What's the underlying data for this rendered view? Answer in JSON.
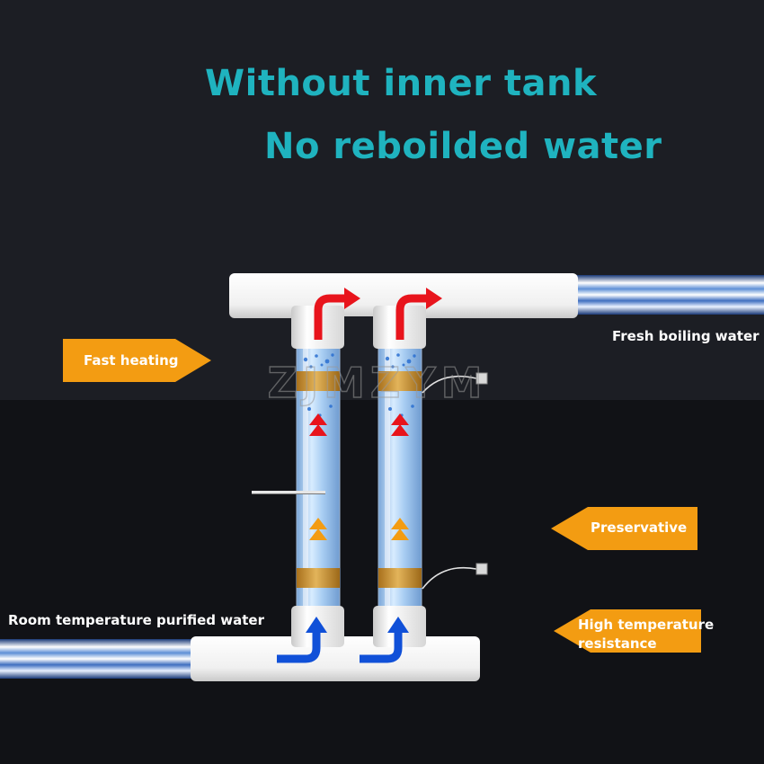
{
  "headings": {
    "line1": "Without inner tank",
    "line2": "No reboilded water"
  },
  "labels": {
    "outlet": "Fresh boiling water",
    "inlet": "Room temperature purified water",
    "fast_heating": "Fast heating",
    "preservative": "Preservative",
    "high_temp_line1": "High temperature",
    "high_temp_line2": "resistance"
  },
  "watermark": "ZJMZYM",
  "colors": {
    "heading": "#1fb3bf",
    "tag": "#f39c12",
    "hot_arrow": "#e8141c",
    "cold_arrow": "#1050d8",
    "rise_arrow": "#f39c12",
    "pipe": "#f1f1f1",
    "copper_band": "#c8902f"
  }
}
